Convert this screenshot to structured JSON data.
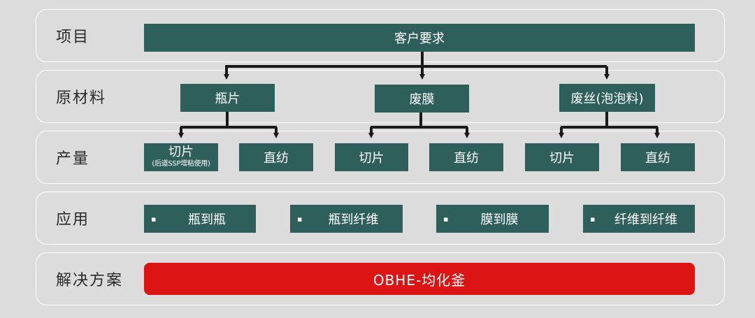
{
  "rows": {
    "project": "项目",
    "material": "原材料",
    "output": "产量",
    "application": "应用",
    "solution": "解决方案"
  },
  "project": {
    "requirement": "客户要求"
  },
  "materials": [
    "瓶片",
    "废膜",
    "废丝(泡泡料)"
  ],
  "outputs": {
    "chip": "切片",
    "chip_note": "(后道SSP增粘使用)",
    "spin": "直纺"
  },
  "applications": {
    "bullet": "▪",
    "items": [
      "瓶到瓶",
      "瓶到纤维",
      "膜到膜",
      "纤维到纤维"
    ]
  },
  "solution": {
    "label": "OBHE-均化釜"
  },
  "colors": {
    "box": "#2f5f5a",
    "solution": "#dc1414",
    "background": "#dcdcdc",
    "connector": "#1a1a1a"
  }
}
